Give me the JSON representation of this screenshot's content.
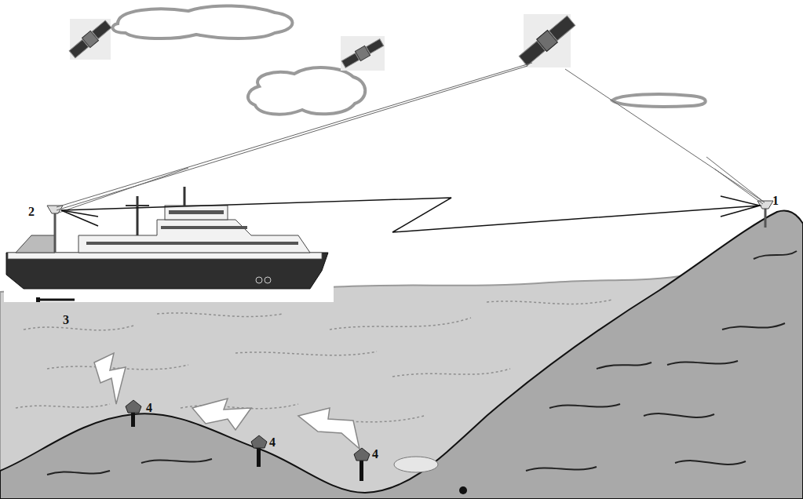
{
  "diagram": {
    "labels": [
      "2",
      "1",
      "3",
      "4",
      "4",
      "4"
    ]
  }
}
